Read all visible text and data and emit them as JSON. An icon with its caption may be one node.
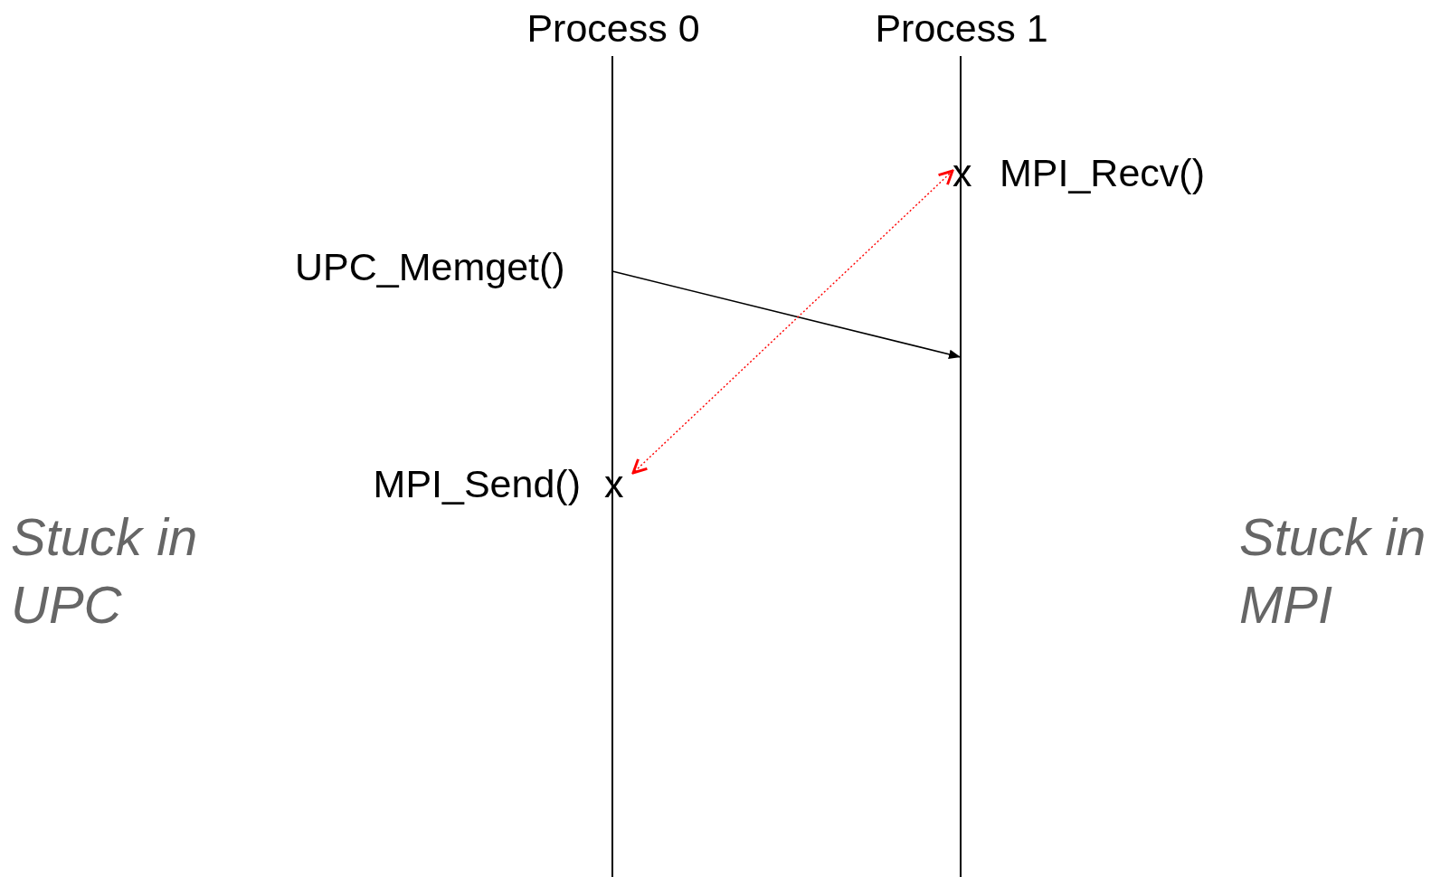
{
  "diagram": {
    "nodes": [
      {
        "text": [
          "Process 0"
        ]
      },
      {
        "text": [
          "Process 1"
        ]
      },
      {
        "text": [
          "x"
        ],
        "beside": [
          "MPI_Recv()"
        ]
      },
      {
        "text": [
          "x"
        ],
        "beside": [
          "MPI_Send()"
        ]
      }
    ],
    "edges": [
      {
        "from": 0,
        "to": 1,
        "arrow": "to"
      },
      {
        "from": 2,
        "to": 3,
        "arrow": "both",
        "style": "dashed",
        "color": "#ff0000"
      }
    ],
    "labels": [
      "UPC_Memget()",
      "Stuck in UPC",
      "Stuck in MPI"
    ]
  }
}
